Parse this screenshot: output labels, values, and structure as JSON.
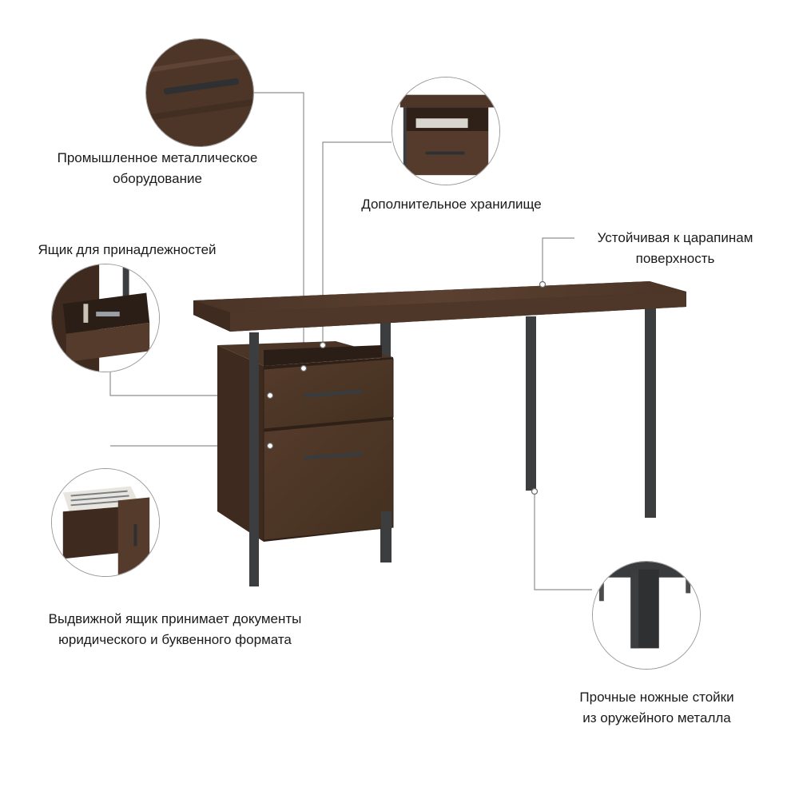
{
  "features": {
    "hardware": {
      "lines": [
        "Промышленное металлическое",
        "оборудование"
      ],
      "icon": "drawer-handle-icon"
    },
    "storage": {
      "lines": [
        "Дополнительное хранилище"
      ],
      "icon": "open-shelf-icon"
    },
    "surface": {
      "lines": [
        "Устойчивая к царапинам",
        "поверхность"
      ]
    },
    "accessory_drawer": {
      "lines": [
        "Ящик для принадлежностей"
      ],
      "icon": "open-drawer-icon"
    },
    "file_drawer": {
      "lines": [
        "Выдвижной ящик принимает документы",
        "юридического и буквенного формата"
      ],
      "icon": "file-drawer-icon"
    },
    "legs": {
      "lines": [
        "Прочные ножные стойки",
        "из оружейного металла"
      ],
      "icon": "metal-leg-icon"
    }
  },
  "colors": {
    "wood": "#4a3426",
    "wood_light": "#5d4332",
    "wood_dark": "#3a271c",
    "metal": "#3c3d3f",
    "leader": "#8f8f8f",
    "text": "#1a1a1a"
  }
}
